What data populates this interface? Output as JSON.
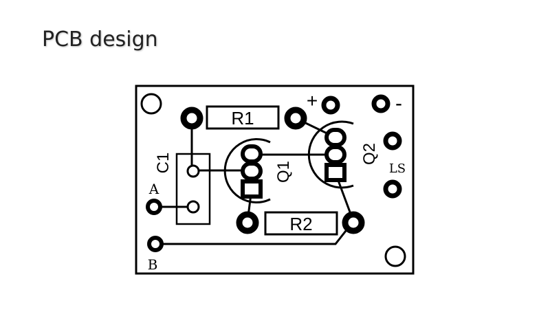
{
  "slide": {
    "title": "PCB design"
  },
  "diagram": {
    "components": {
      "r1": "R1",
      "r2": "R2",
      "c1": "C1",
      "q1": "Q1",
      "q2": "Q2"
    },
    "terminals": {
      "a": "A",
      "b": "B",
      "ls": "LS",
      "plus": "+",
      "minus": "-"
    }
  }
}
